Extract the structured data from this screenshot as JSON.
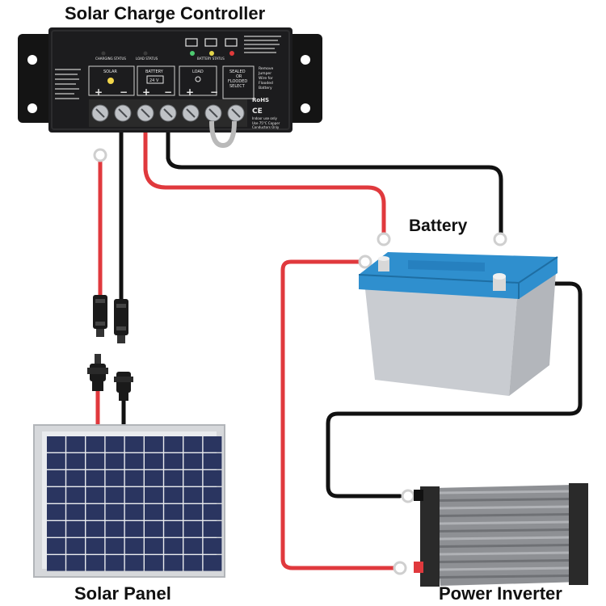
{
  "labels": {
    "controller": "Solar Charge Controller",
    "battery": "Battery",
    "panel": "Solar Panel",
    "inverter": "Power Inverter"
  },
  "controller_face": {
    "solar": "SOLAR",
    "battery": "BATTERY",
    "voltage": "24 V",
    "load": "LOAD",
    "sealed_flooded": [
      "SEALED",
      "OR",
      "FLOODED",
      "SELECT"
    ],
    "jumper_note": [
      "Remove",
      "Jumper",
      "Wire for",
      "Flooded",
      "Battery"
    ],
    "rohs": "RoHS",
    "ce": "CE",
    "indoor": "Indoor use only",
    "copper": [
      "Use 75°C Copper",
      "Conductors Only"
    ],
    "charging_status": "CHARGING STATUS",
    "load_status": "LOAD STATUS",
    "battery_status": "BATTERY STATUS",
    "terminal_signs": [
      "+",
      "−",
      "+",
      "−",
      "+",
      "−"
    ]
  },
  "colors": {
    "positive_wire": "#e0393d",
    "negative_wire": "#111111",
    "controller_body": "#1c1c1e",
    "battery_lid": "#2f8fce",
    "battery_case": "#c9ccd1",
    "panel_cells": "#2a3560",
    "inverter_body": "#8e9094"
  }
}
